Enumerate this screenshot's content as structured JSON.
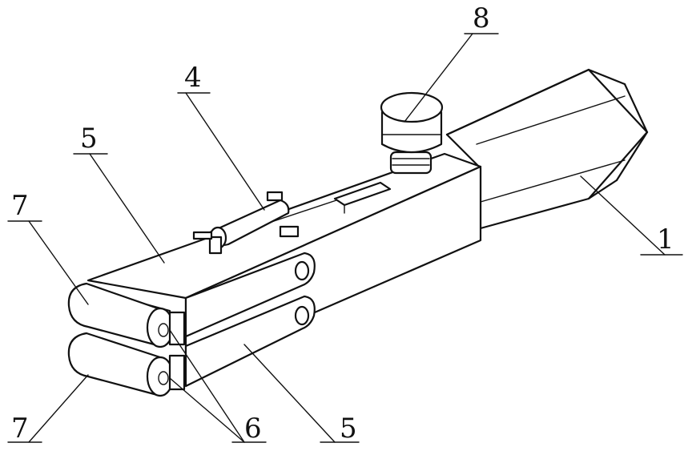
{
  "labels": {
    "l1": "1",
    "l4": "4",
    "l5_top": "5",
    "l5_bottom": "5",
    "l6": "6",
    "l7_top": "7",
    "l7_bottom": "7",
    "l8": "8"
  }
}
